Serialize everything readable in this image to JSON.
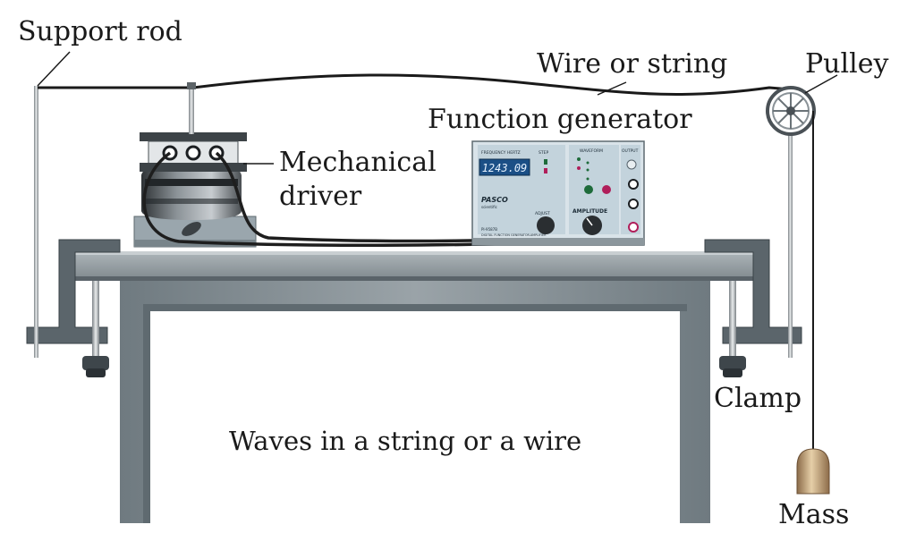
{
  "figure": {
    "caption": "Waves in a string or a wire"
  },
  "labels": {
    "support_rod": "Support rod",
    "wire": "Wire or string",
    "pulley": "Pulley",
    "function_generator": "Function generator",
    "mechanical_driver_line1": "Mechanical",
    "mechanical_driver_line2": "driver",
    "clamp": "Clamp",
    "mass": "Mass"
  },
  "function_generator_panel": {
    "frequency_label": "FREQUENCY  HERTZ",
    "display": "1243.09",
    "step_label": "STEP",
    "waveform_label": "WAVEFORM",
    "output_label": "OUTPUT",
    "brand": "PASCO",
    "brand_sub": "scientific",
    "adjust_label": "ADJUST",
    "amplitude_label": "AMPLITUDE",
    "model": "PI-9587B",
    "model_desc": "DIGITAL FUNCTION GENERATOR-AMPLIFIER"
  },
  "colors": {
    "table_top": "#8e979c",
    "table_leg": "#7f8a90",
    "panel": "#c9d6de",
    "display_bg": "#1b4f86",
    "display_text": "#e6f2ff",
    "mass": "#c9a47a",
    "wire": "#1a1a1a"
  }
}
